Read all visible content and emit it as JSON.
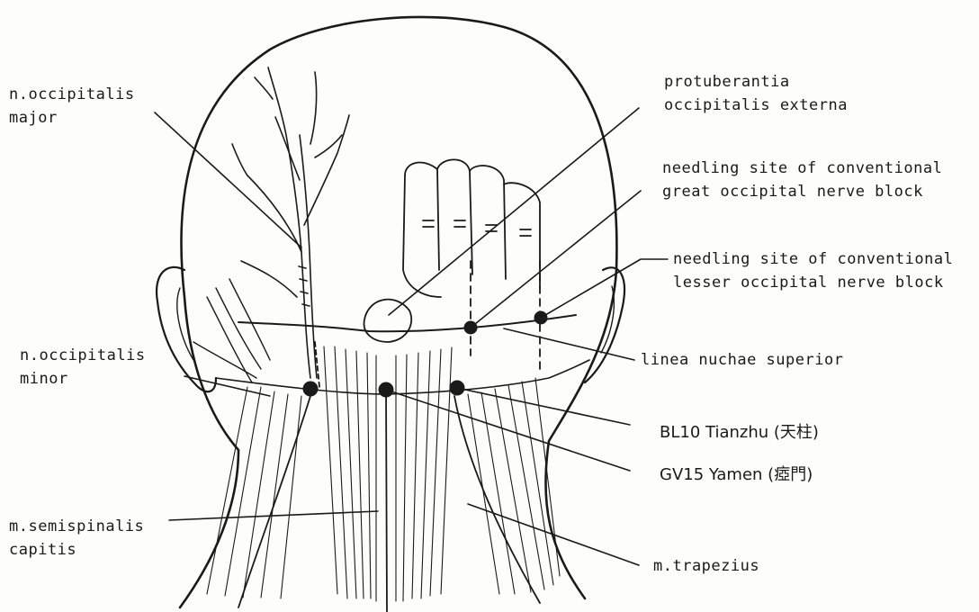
{
  "labels": {
    "n_occipitalis_major": [
      "n.occipitalis",
      "major"
    ],
    "protuberantia": [
      "protuberantia",
      "occipitalis externa"
    ],
    "great_occipital_site": [
      "needling site of conventional",
      "great occipital nerve block"
    ],
    "lesser_occipital_site": [
      "needling site of conventional",
      "lesser occipital nerve block"
    ],
    "n_occipitalis_minor": [
      "n.occipitalis",
      "minor"
    ],
    "linea_nuchae": "linea nuchae superior",
    "bl10": "BL10 Tianzhu (天柱)",
    "gv15": "GV15 Yamen (瘂門)",
    "m_semispinalis": [
      "m.semispinalis",
      "capitis"
    ],
    "m_trapezius": "m.trapezius"
  },
  "colors": {
    "ink": "#1a1a1a",
    "paper": "#fdfdfb"
  }
}
